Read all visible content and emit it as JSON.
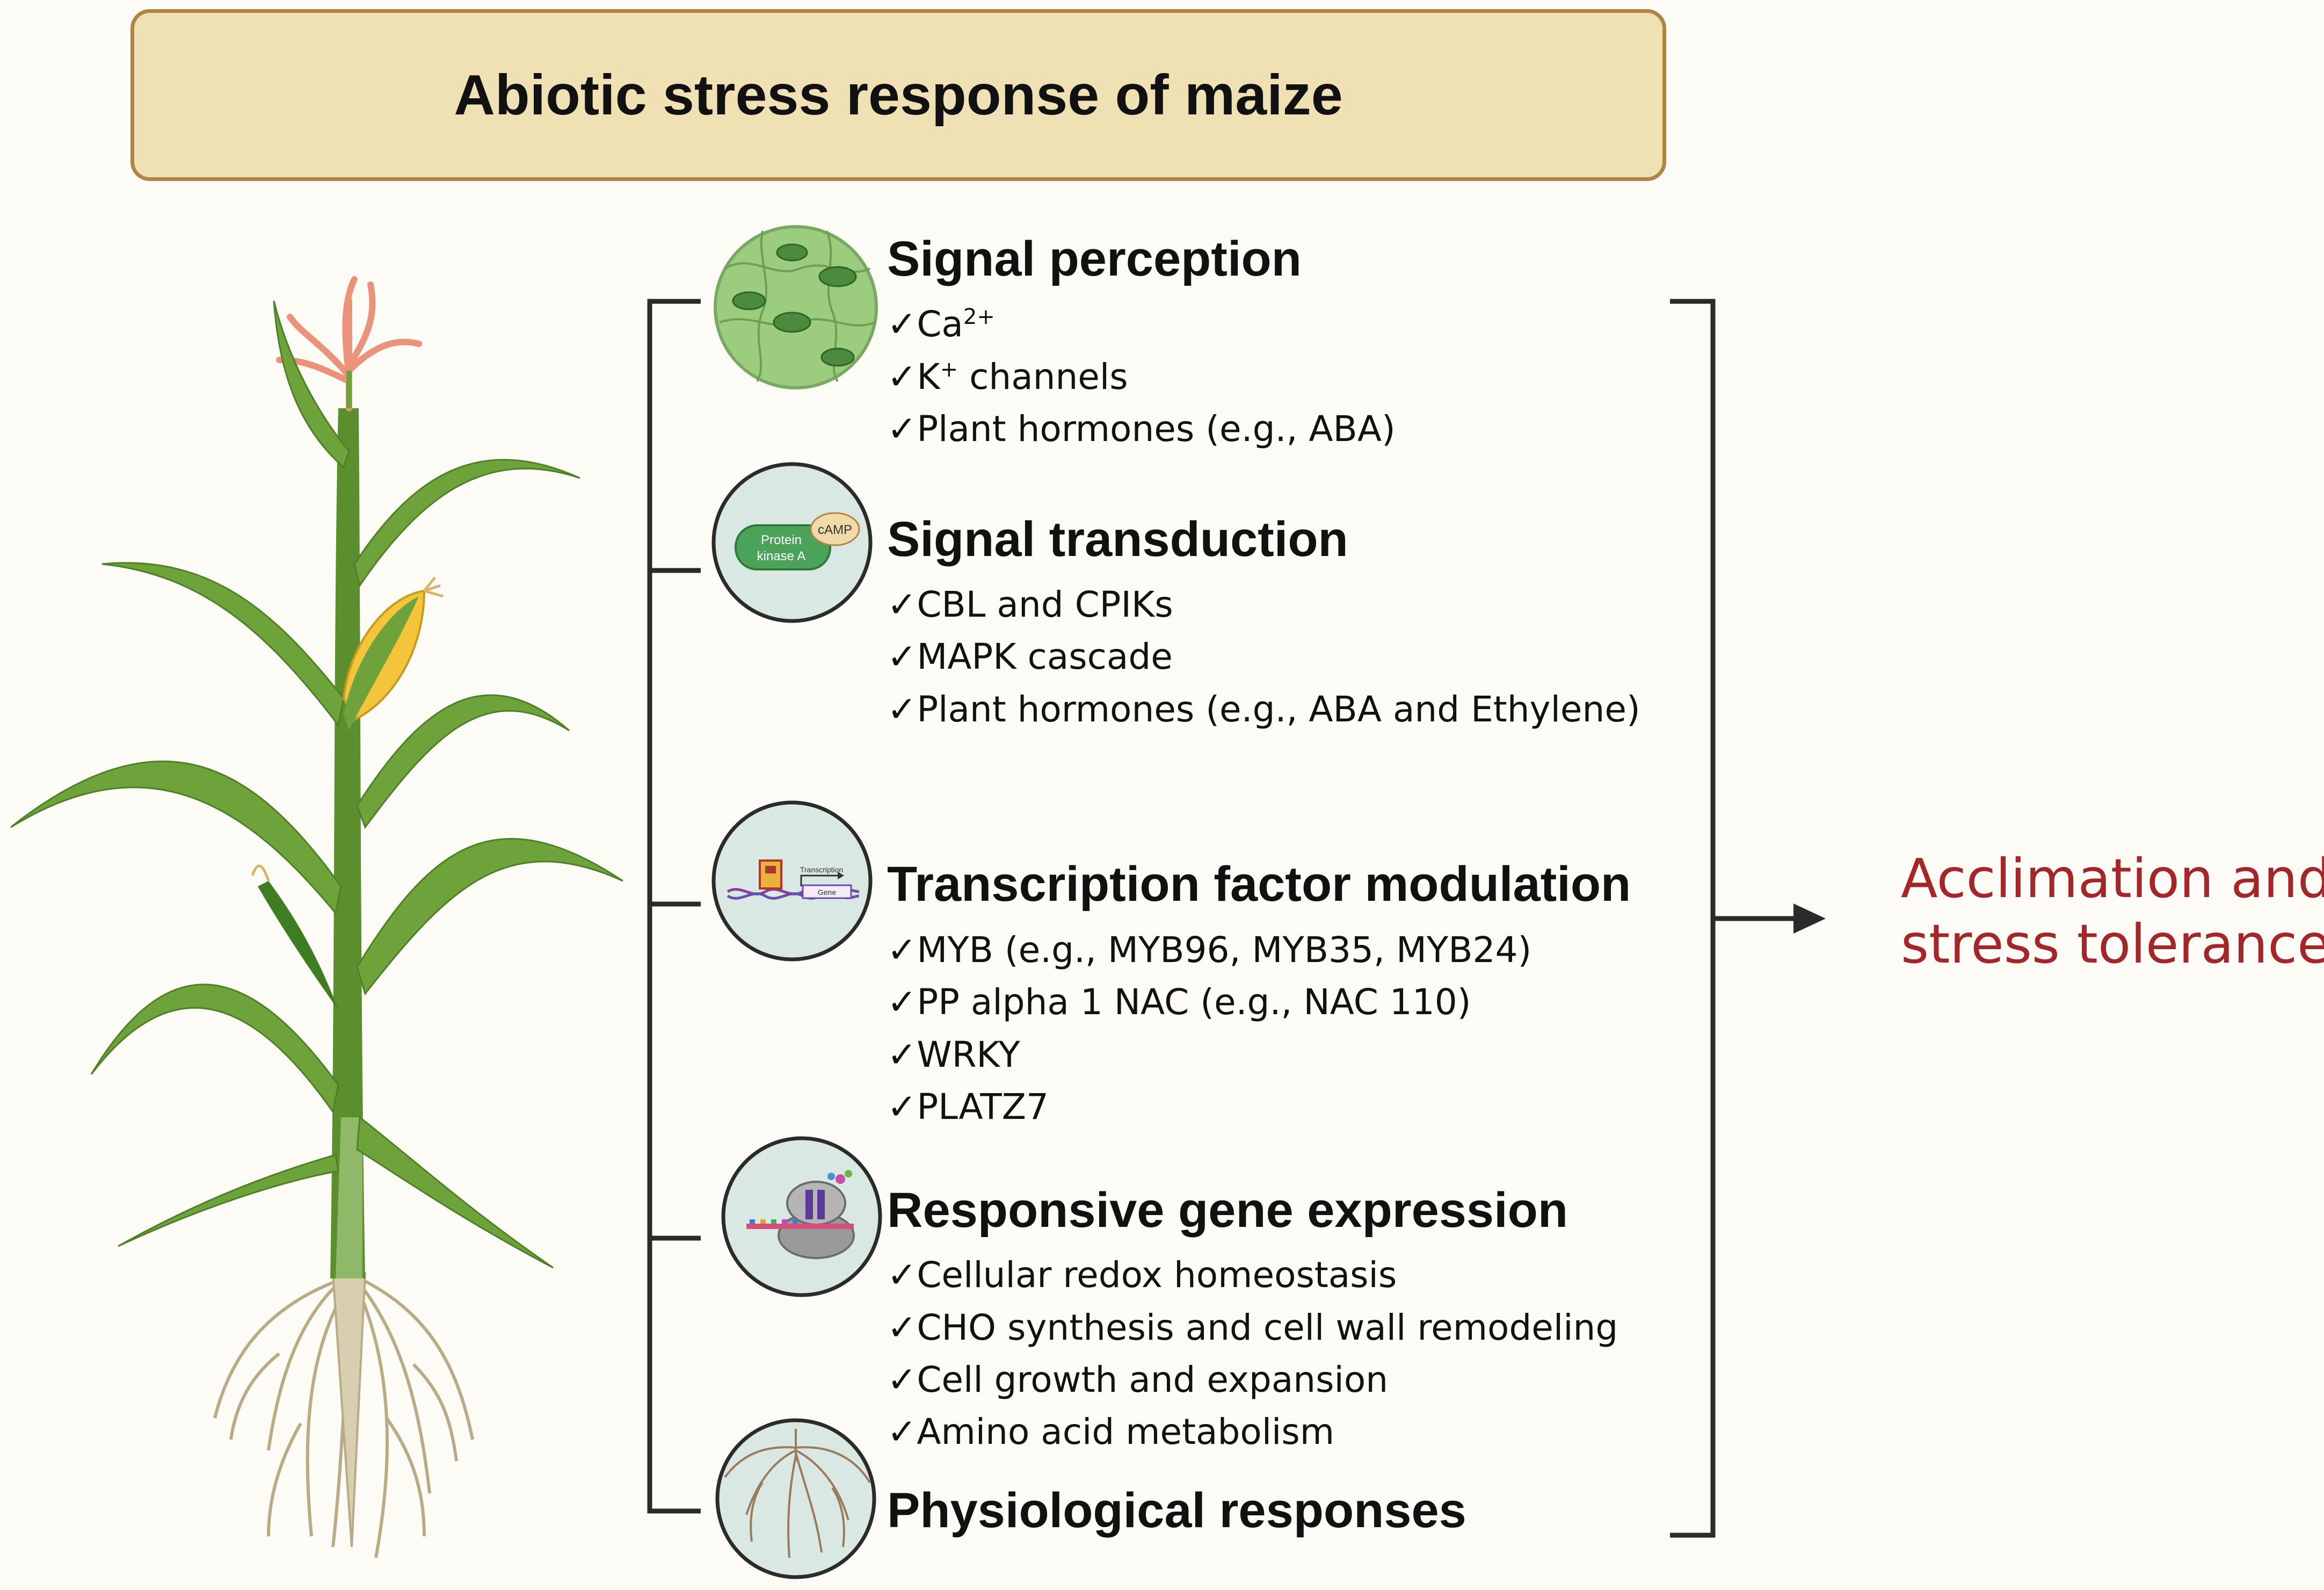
{
  "title": "Abiotic stress response of maize",
  "check": "✓",
  "stages": [
    {
      "heading": "Signal perception",
      "items": [
        "Ca",
        "K",
        "Plant hormones (e.g., ABA)"
      ],
      "ca_sup": "2+",
      "k_sup": "+",
      "k_rest": " channels",
      "icon": "leaf-stomata-icon"
    },
    {
      "heading": "Signal transduction",
      "items": [
        "CBL and CPIKs",
        "MAPK cascade",
        "Plant hormones (e.g., ABA and Ethylene)"
      ],
      "icon_labels": {
        "kinase_line1": "Protein",
        "kinase_line2": "kinase A",
        "camp": "cAMP"
      },
      "icon": "protein-kinase-icon"
    },
    {
      "heading": "Transcription factor modulation",
      "items": [
        "MYB (e.g., MYB96, MYB35, MYB24)",
        "PP alpha 1 NAC (e.g., NAC 110)",
        "WRKY",
        "PLATZ7"
      ],
      "icon_labels": {
        "transcription": "Transcription",
        "gene": "Gene"
      },
      "icon": "transcription-icon"
    },
    {
      "heading": "Responsive gene expression",
      "items": [
        "Cellular redox homeostasis",
        "CHO synthesis and cell wall remodeling",
        "Cell growth and expansion",
        "Amino acid metabolism"
      ],
      "icon": "ribosome-icon"
    },
    {
      "heading": "Physiological responses",
      "items": [],
      "icon": "root-system-icon"
    }
  ],
  "outcome": {
    "line1": "Acclimation and",
    "line2": "stress tolerance"
  },
  "colors": {
    "title_fill": "#f0e1b4",
    "title_border": "#b08446",
    "outcome": "#a3262a",
    "leaf": "#6ea33c",
    "stem": "#5b8f2e"
  }
}
